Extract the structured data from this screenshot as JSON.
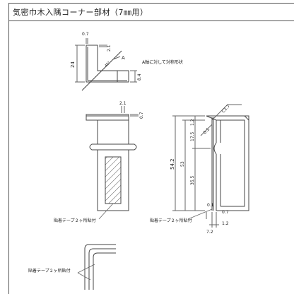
{
  "title": "気密巾木入隅コーナー部材（7㎜用）",
  "colors": {
    "line": "#444444",
    "dim": "#666666",
    "text": "#222222",
    "background": "#ffffff"
  },
  "top_view": {
    "dim_top": "0.7",
    "dim_right": "2.1",
    "dim_left": "24",
    "dim_bottom": "8.4",
    "section_label": "A",
    "section_mark": "45°",
    "note": "A軸に対して対称形状"
  },
  "front_view": {
    "dim_top": "2.1",
    "dim_right": "0.7"
  },
  "side_view": {
    "dim_top": "C1.7",
    "dim_height": "54.2",
    "dim_upper": "1.2",
    "dim_r": "0.1",
    "dim_mid": "17.5",
    "dim_53": "53",
    "dim_lower": "35.5",
    "dim_r2": "0.1",
    "dim_b1": "0.7",
    "dim_b2": "7.2",
    "dim_b3": "1.2"
  },
  "labels": {
    "tape_front": "貼着テープ２ヶ所貼付",
    "tape_side": "貼着テープ２ヶ所貼付",
    "tape_corner": "貼着テープ２ヶ所貼付"
  }
}
